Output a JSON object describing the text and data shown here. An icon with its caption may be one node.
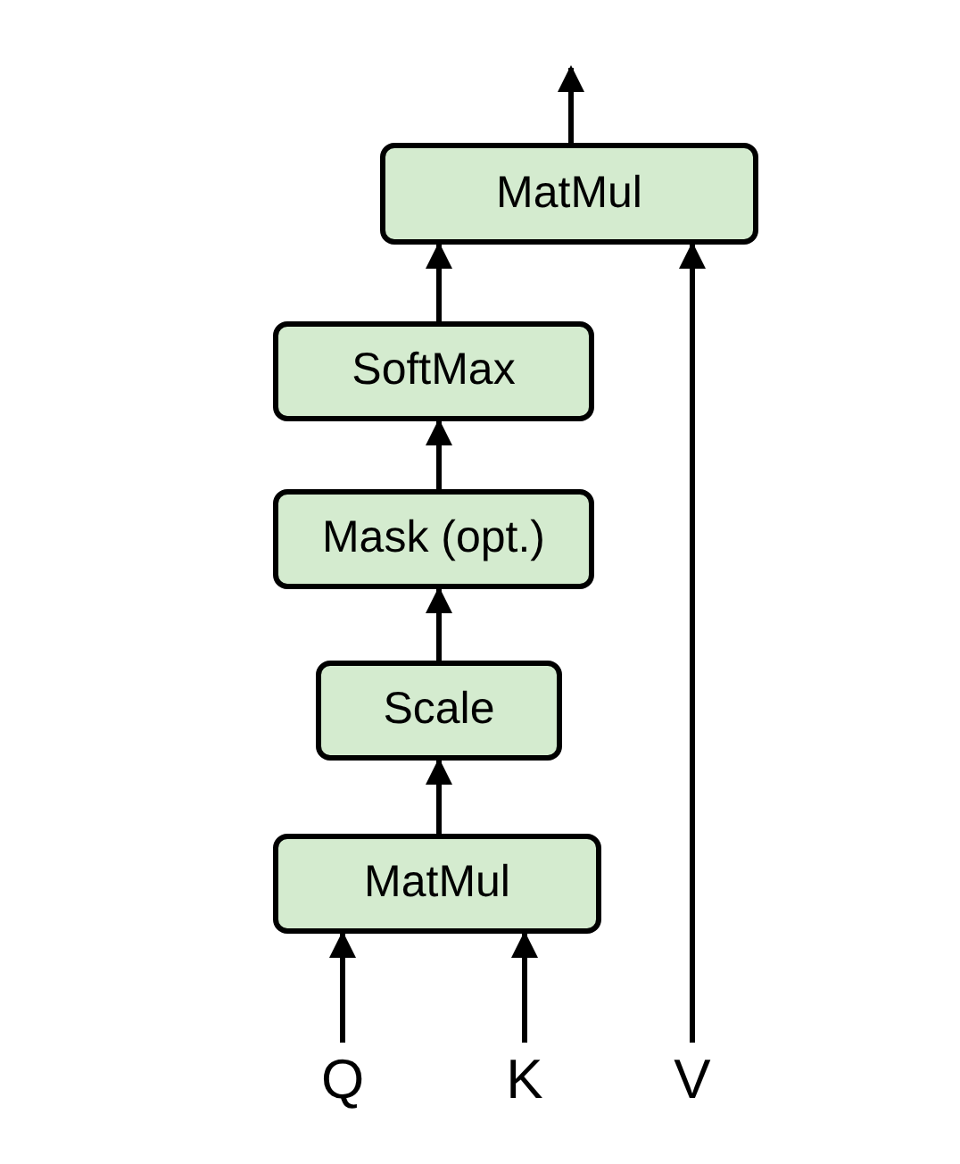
{
  "diagram": {
    "nodes": [
      {
        "text": [
          "MatMul"
        ]
      },
      {
        "text": [
          "SoftMax"
        ]
      },
      {
        "text": [
          "Mask (opt.)"
        ]
      },
      {
        "text": [
          "Scale"
        ]
      },
      {
        "text": [
          "MatMul"
        ]
      },
      {
        "text": [
          "Q"
        ]
      },
      {
        "text": [
          "K"
        ]
      },
      {
        "text": [
          "V"
        ]
      }
    ],
    "edges": [
      {
        "from": 5,
        "to": 4,
        "arrow": "to"
      },
      {
        "from": 6,
        "to": 4,
        "arrow": "to"
      },
      {
        "from": 4,
        "to": 3,
        "arrow": "to"
      },
      {
        "from": 3,
        "to": 2,
        "arrow": "to"
      },
      {
        "from": 2,
        "to": 1,
        "arrow": "to"
      },
      {
        "from": 1,
        "to": 0,
        "arrow": "to"
      },
      {
        "from": 7,
        "to": 0,
        "arrow": "to"
      },
      {
        "from": 0,
        "to": null,
        "arrow": "to"
      }
    ]
  }
}
